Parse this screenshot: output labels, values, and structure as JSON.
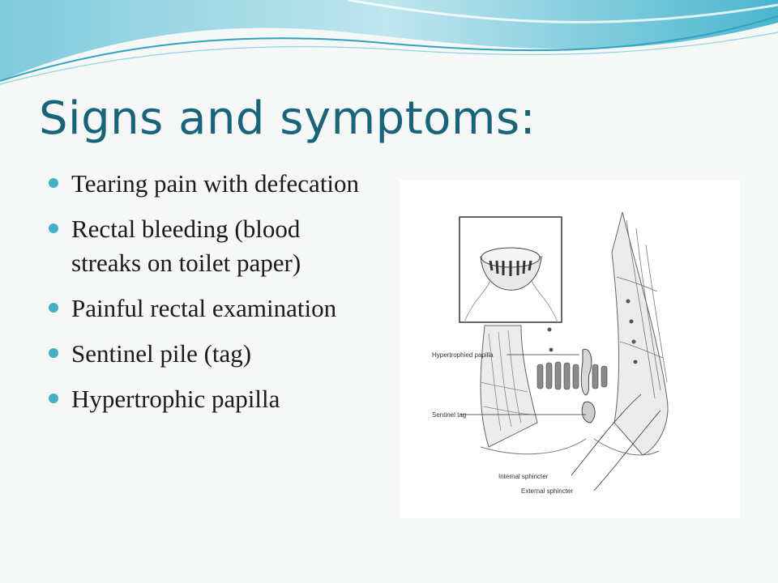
{
  "slide": {
    "title": "Signs and symptoms:",
    "bullets": [
      "Tearing pain with defecation",
      "Rectal bleeding (blood streaks on toilet paper)",
      "Painful rectal examination",
      "Sentinel pile (tag)",
      "Hypertrophic papilla"
    ]
  },
  "figure": {
    "labels": {
      "hypertrophied_papilla": "Hypertrophied papilla",
      "sentinel_tag": "Sentinel tag",
      "internal_sphincter": "Internal sphincter",
      "external_sphincter": "External sphincter"
    }
  },
  "colors": {
    "title": "#17657c",
    "bullet_dot": "#3fb2c8",
    "wave_light": "#bfe3ea",
    "wave_dark": "#3aaec8"
  }
}
